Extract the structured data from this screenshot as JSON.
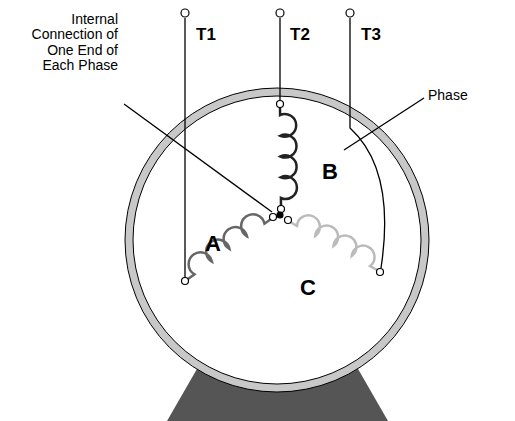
{
  "diagram": {
    "labels": [
      "T1",
      "T2",
      "T3",
      "Internal Connection of One End of Each Phase",
      "Phase",
      "B",
      "A",
      "C"
    ]
  }
}
